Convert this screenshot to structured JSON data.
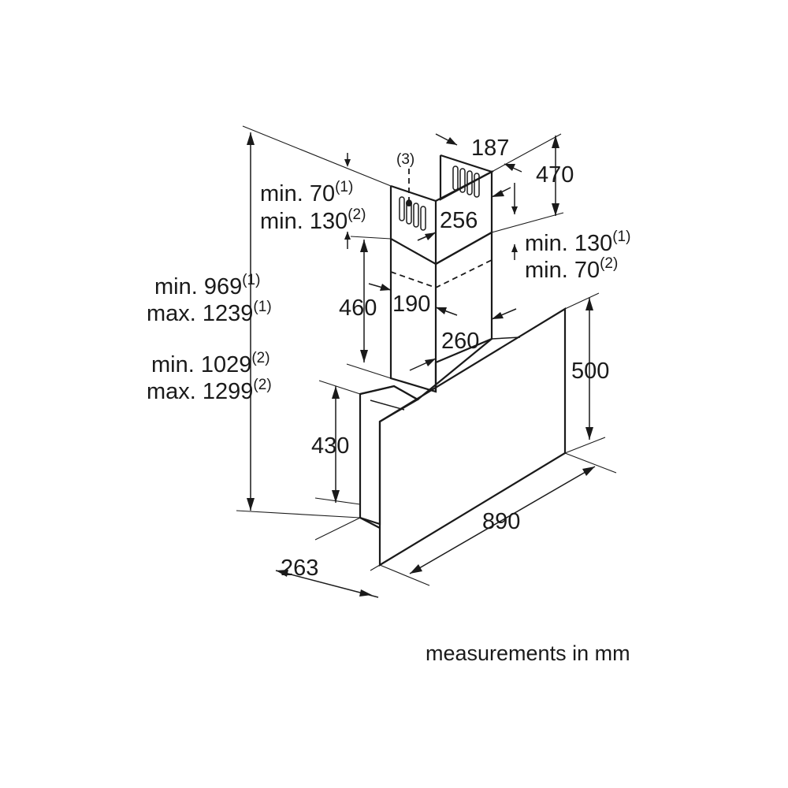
{
  "dimensions": {
    "top_depth": "187",
    "chimney_top_height": "470",
    "min_70_1": "min. 70",
    "min_70_1_note": "(1)",
    "min_130_2": "min. 130",
    "min_130_2_note": "(2)",
    "inner_width": "256",
    "min_130_1": "min. 130",
    "min_130_1_note": "(1)",
    "min_70_2": "min. 70",
    "min_70_2_note": "(2)",
    "chimney_height": "460",
    "chimney_depth": "190",
    "chimney_width": "260",
    "overall_min_1": "min. 969",
    "overall_min_1_note": "(1)",
    "overall_max_1": "max. 1239",
    "overall_max_1_note": "(1)",
    "overall_min_2": "min. 1029",
    "overall_min_2_note": "(2)",
    "overall_max_2": "max. 1299",
    "overall_max_2_note": "(2)",
    "panel_height": "500",
    "body_height": "430",
    "width": "890",
    "depth": "263",
    "note_3": "(3)"
  },
  "caption": "measurements in mm"
}
